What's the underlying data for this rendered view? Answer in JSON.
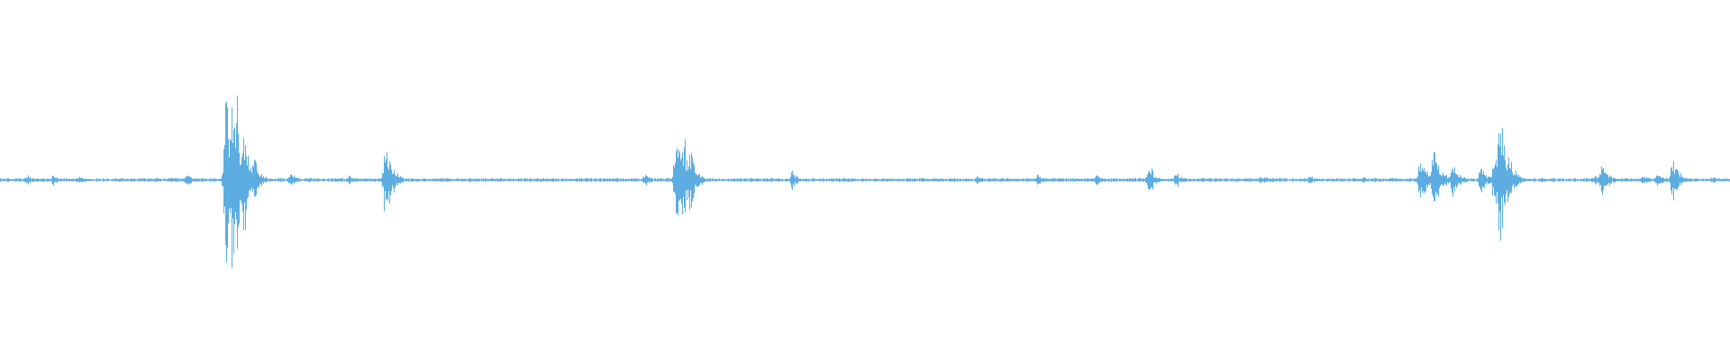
{
  "waveform": {
    "color": "#5dade2",
    "background": "#ffffff",
    "baseline_amplitude": 0.01,
    "bursts": [
      {
        "at": 0.016,
        "amp": 0.04
      },
      {
        "at": 0.031,
        "amp": 0.05
      },
      {
        "at": 0.046,
        "amp": 0.03
      },
      {
        "at": 0.108,
        "amp": 0.05
      },
      {
        "at": 0.131,
        "amp": 0.88
      },
      {
        "at": 0.134,
        "amp": 0.8
      },
      {
        "at": 0.137,
        "amp": 0.62
      },
      {
        "at": 0.141,
        "amp": 0.48
      },
      {
        "at": 0.146,
        "amp": 0.22
      },
      {
        "at": 0.168,
        "amp": 0.06
      },
      {
        "at": 0.202,
        "amp": 0.04
      },
      {
        "at": 0.223,
        "amp": 0.38
      },
      {
        "at": 0.373,
        "amp": 0.05
      },
      {
        "at": 0.391,
        "amp": 0.42
      },
      {
        "at": 0.395,
        "amp": 0.4
      },
      {
        "at": 0.399,
        "amp": 0.24
      },
      {
        "at": 0.458,
        "amp": 0.08
      },
      {
        "at": 0.565,
        "amp": 0.04
      },
      {
        "at": 0.6,
        "amp": 0.05
      },
      {
        "at": 0.634,
        "amp": 0.04
      },
      {
        "at": 0.664,
        "amp": 0.14
      },
      {
        "at": 0.68,
        "amp": 0.06
      },
      {
        "at": 0.729,
        "amp": 0.04
      },
      {
        "at": 0.757,
        "amp": 0.04
      },
      {
        "at": 0.787,
        "amp": 0.03
      },
      {
        "at": 0.821,
        "amp": 0.22
      },
      {
        "at": 0.829,
        "amp": 0.3
      },
      {
        "at": 0.84,
        "amp": 0.14
      },
      {
        "at": 0.856,
        "amp": 0.12
      },
      {
        "at": 0.864,
        "amp": 0.26
      },
      {
        "at": 0.867,
        "amp": 0.58
      },
      {
        "at": 0.872,
        "amp": 0.22
      },
      {
        "at": 0.922,
        "amp": 0.04
      },
      {
        "at": 0.926,
        "amp": 0.16
      },
      {
        "at": 0.95,
        "amp": 0.04
      },
      {
        "at": 0.958,
        "amp": 0.06
      },
      {
        "at": 0.967,
        "amp": 0.2
      },
      {
        "at": 0.99,
        "amp": 0.03
      }
    ]
  }
}
